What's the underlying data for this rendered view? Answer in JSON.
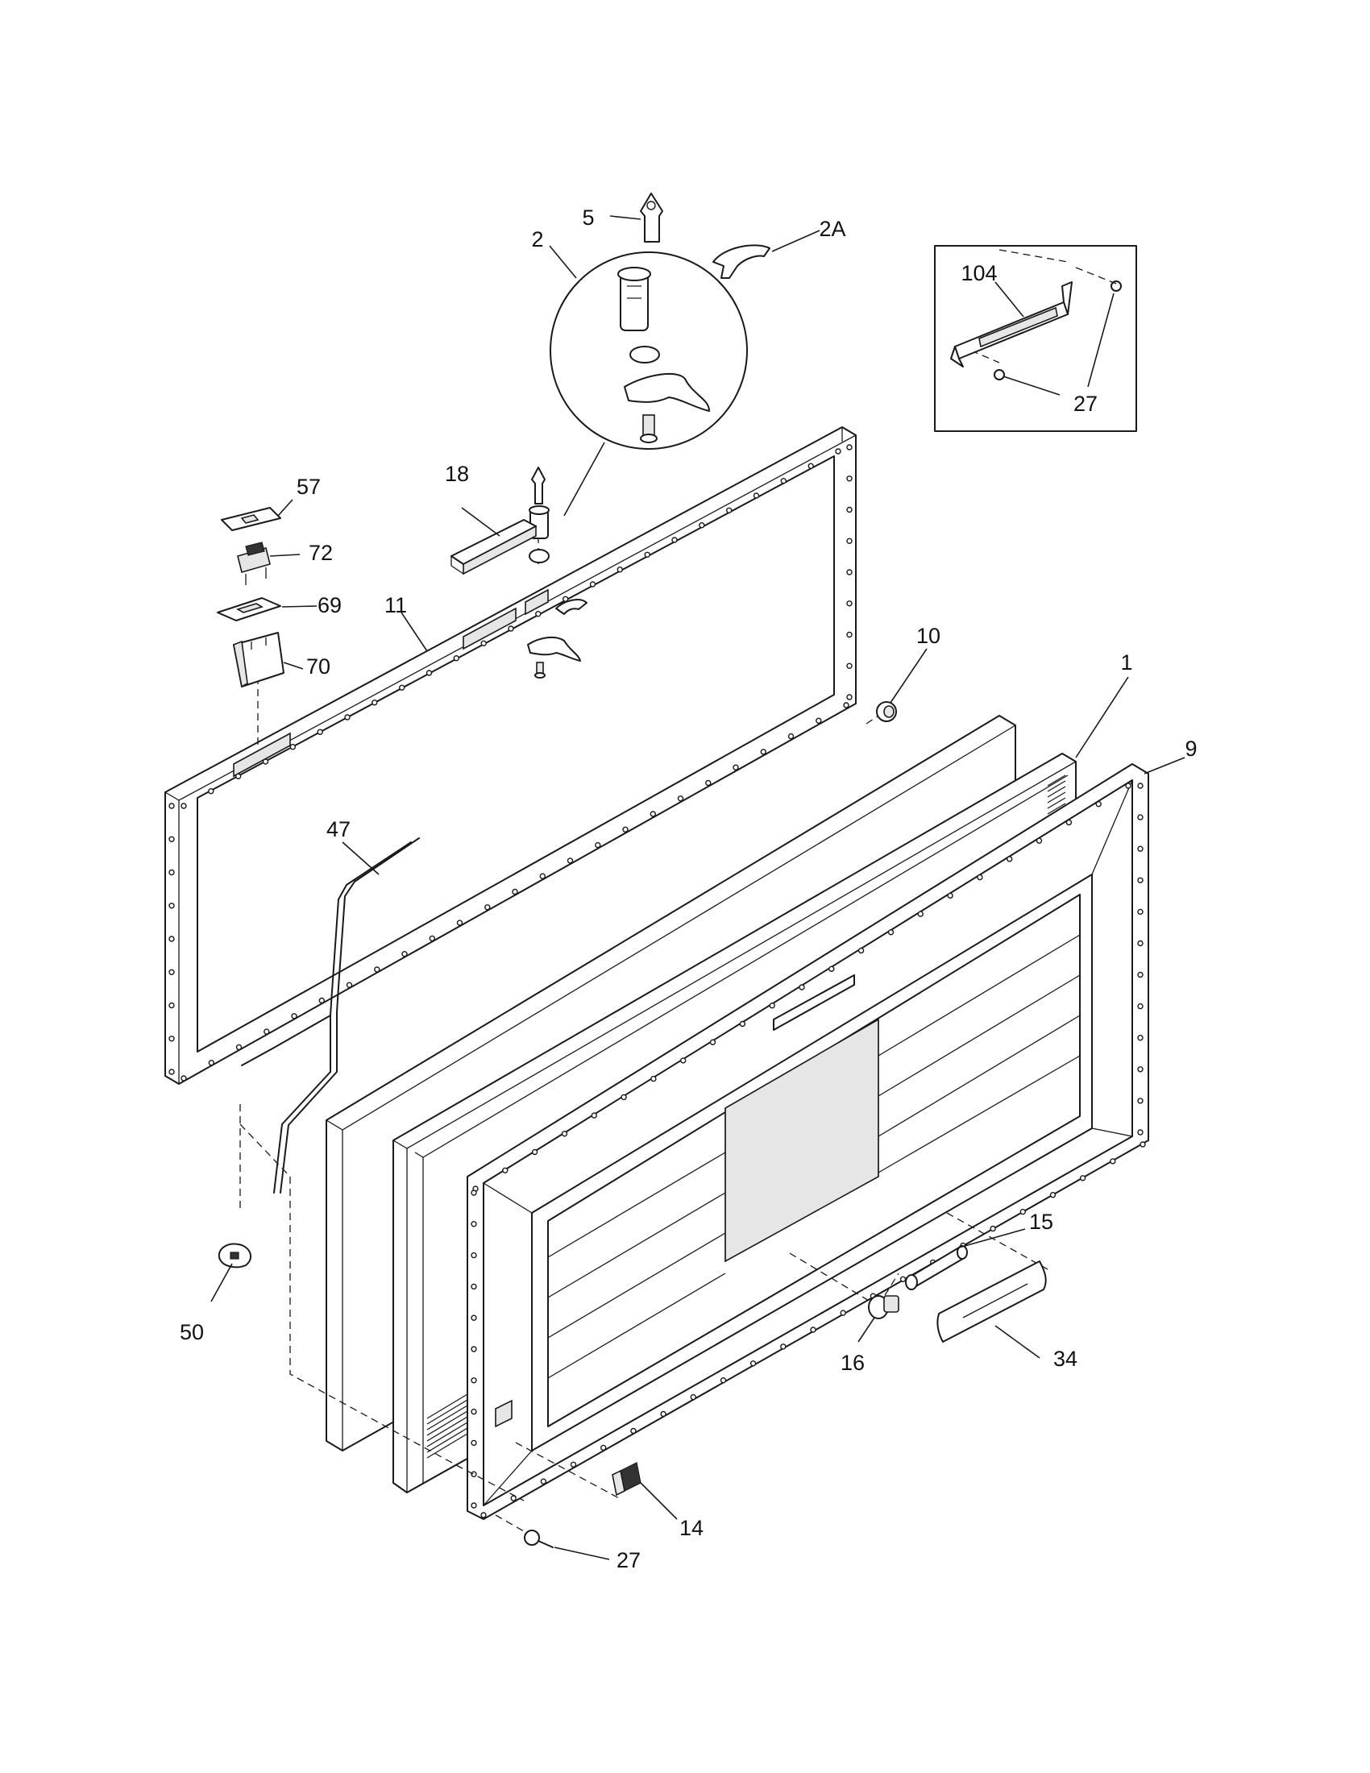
{
  "callouts": [
    {
      "id": "c1",
      "text": "1"
    },
    {
      "id": "c2",
      "text": "2"
    },
    {
      "id": "c2a",
      "text": "2A"
    },
    {
      "id": "c5",
      "text": "5"
    },
    {
      "id": "c9",
      "text": "9"
    },
    {
      "id": "c10",
      "text": "10"
    },
    {
      "id": "c11",
      "text": "11"
    },
    {
      "id": "c14",
      "text": "14"
    },
    {
      "id": "c15",
      "text": "15"
    },
    {
      "id": "c16",
      "text": "16"
    },
    {
      "id": "c18",
      "text": "18"
    },
    {
      "id": "c27a",
      "text": "27"
    },
    {
      "id": "c27b",
      "text": "27"
    },
    {
      "id": "c34",
      "text": "34"
    },
    {
      "id": "c47",
      "text": "47"
    },
    {
      "id": "c50",
      "text": "50"
    },
    {
      "id": "c57",
      "text": "57"
    },
    {
      "id": "c69",
      "text": "69"
    },
    {
      "id": "c70",
      "text": "70"
    },
    {
      "id": "c72",
      "text": "72"
    },
    {
      "id": "c104",
      "text": "104"
    }
  ]
}
